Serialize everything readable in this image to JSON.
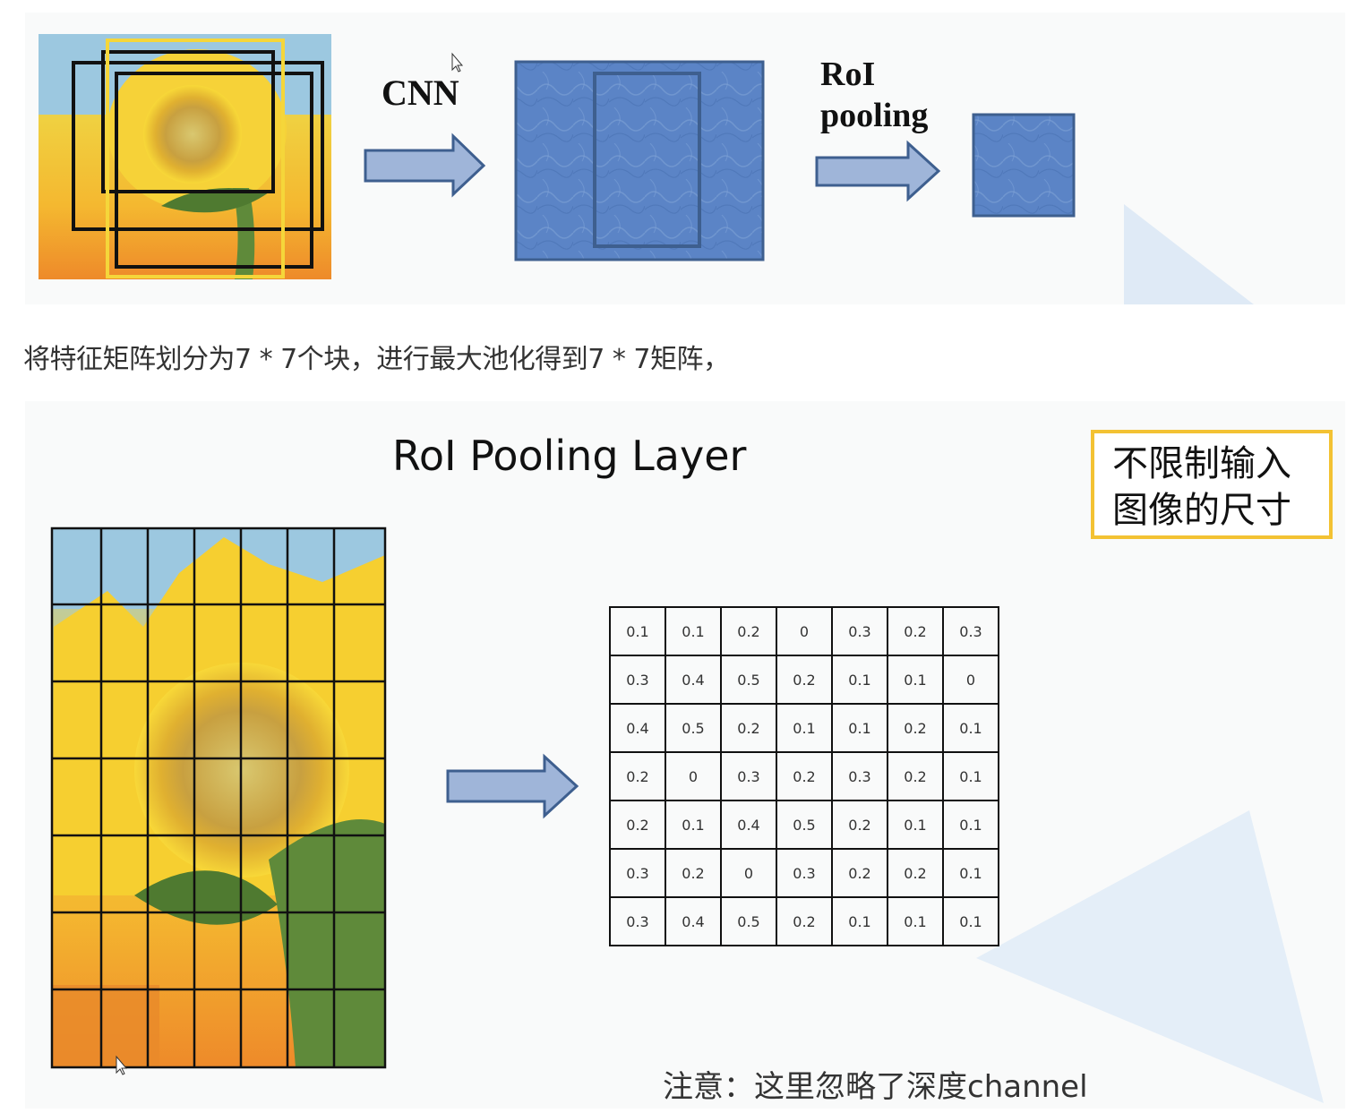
{
  "top": {
    "cnn_label": "CNN",
    "roi_label_line1": "RoI",
    "roi_label_line2": "pooling"
  },
  "caption": "将特征矩阵划分为7 * 7个块，进行最大池化得到7 * 7矩阵，",
  "bottom": {
    "title": "RoI Pooling Layer",
    "callout_line1": "不限制输入",
    "callout_line2": "图像的尺寸",
    "note": "注意：这里忽略了深度channel",
    "matrix": [
      [
        "0.1",
        "0.1",
        "0.2",
        "0",
        "0.3",
        "0.2",
        "0.3"
      ],
      [
        "0.3",
        "0.4",
        "0.5",
        "0.2",
        "0.1",
        "0.1",
        "0"
      ],
      [
        "0.4",
        "0.5",
        "0.2",
        "0.1",
        "0.1",
        "0.2",
        "0.1"
      ],
      [
        "0.2",
        "0",
        "0.3",
        "0.2",
        "0.3",
        "0.2",
        "0.1"
      ],
      [
        "0.2",
        "0.1",
        "0.4",
        "0.5",
        "0.2",
        "0.1",
        "0.1"
      ],
      [
        "0.3",
        "0.2",
        "0",
        "0.3",
        "0.2",
        "0.2",
        "0.1"
      ],
      [
        "0.3",
        "0.4",
        "0.5",
        "0.2",
        "0.1",
        "0.1",
        "0.1"
      ]
    ]
  },
  "colors": {
    "feature_map_blue": "#5b84c6",
    "arrow_fill": "#9fb5d9",
    "arrow_stroke": "#3e5f8f",
    "callout_border": "#f3c233",
    "proposal_yellow": "#f5d63a"
  },
  "icons": [
    "mouse-cursor-icon"
  ]
}
